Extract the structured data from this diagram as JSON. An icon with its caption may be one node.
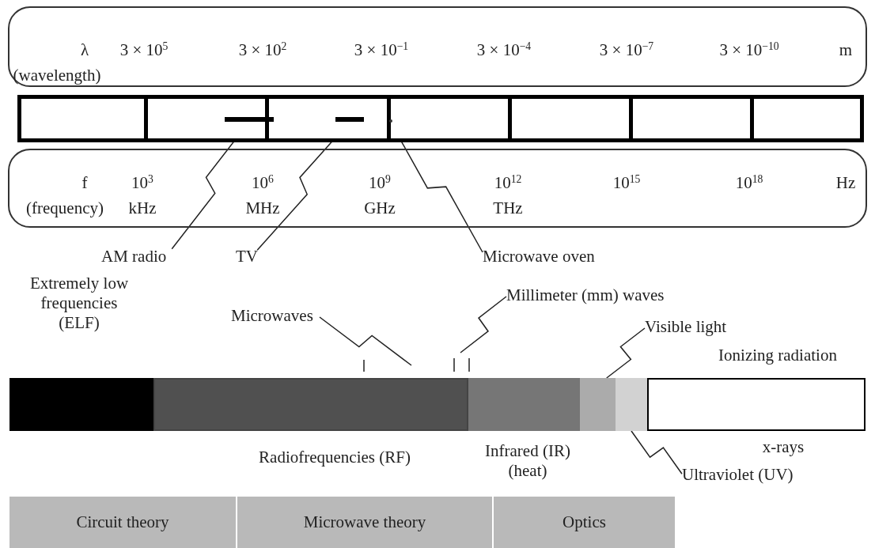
{
  "diagram": {
    "nodes": [
      {
        "text": [
          "λ",
          "(wavelength)",
          "3 × 10$^{5}$",
          "3 × 10$^{2}$",
          "3 × 10$^{−1}$",
          "3 × 10$^{−4}$",
          "3 × 10$^{−7}$",
          "3 × 10$^{−10}$",
          "m"
        ]
      },
      {
        "text": [],
        "shape": "bar"
      },
      {
        "text": [],
        "shape": "bar",
        "in": 1
      },
      {
        "text": [],
        "shape": "bar",
        "in": 1
      },
      {
        "text": [],
        "shape": "circle",
        "in": 1
      },
      {
        "text": [
          "f",
          "(frequency)",
          "10$^{3}$",
          "kHz",
          "10$^{6}$",
          "MHz",
          "10$^{9}$",
          "GHz",
          "10$^{12}$",
          "THz",
          "10$^{15}$",
          "10$^{18}$",
          "Hz"
        ]
      },
      {
        "text": [
          "AM radio"
        ]
      },
      {
        "text": [
          "TV"
        ]
      },
      {
        "text": [
          "Microwave oven"
        ]
      },
      {
        "text": [
          "Microwaves"
        ]
      },
      {
        "text": [
          "Millimeter (mm) waves"
        ]
      },
      {
        "text": [
          "Visible light"
        ]
      },
      {
        "text": [],
        "shape": "bar"
      },
      {
        "text": [],
        "shape": "bar",
        "beside": [
          "Radiofrequencies (RF)"
        ]
      },
      {
        "text": [],
        "shape": "bar",
        "beside": [
          "Infrared (IR) (heat)"
        ]
      },
      {
        "text": [],
        "shape": "bar"
      },
      {
        "text": [],
        "shape": "bar"
      },
      {
        "text": [],
        "shape": "bar",
        "beside": [
          "Ionizing radiation",
          "x-rays"
        ]
      },
      {
        "text": [
          "Ultraviolet (UV)"
        ]
      },
      {
        "text": [
          "Circuit theory"
        ]
      },
      {
        "text": [
          "Microwave theory"
        ]
      },
      {
        "text": [
          "Optics"
        ]
      }
    ],
    "edges": [
      {
        "from": 6,
        "to": 2,
        "arrow": "none"
      },
      {
        "from": 7,
        "to": 3,
        "arrow": "none"
      },
      {
        "from": 8,
        "to": 4,
        "arrow": "none"
      },
      {
        "from": 9,
        "to": null,
        "arrow": "none"
      },
      {
        "from": 10,
        "to": null,
        "arrow": "none"
      },
      {
        "from": 11,
        "to": 15,
        "arrow": "none"
      },
      {
        "from": 18,
        "to": 16,
        "arrow": "none"
      }
    ],
    "labels": [
      "Extremely low frequencies (ELF)"
    ]
  }
}
